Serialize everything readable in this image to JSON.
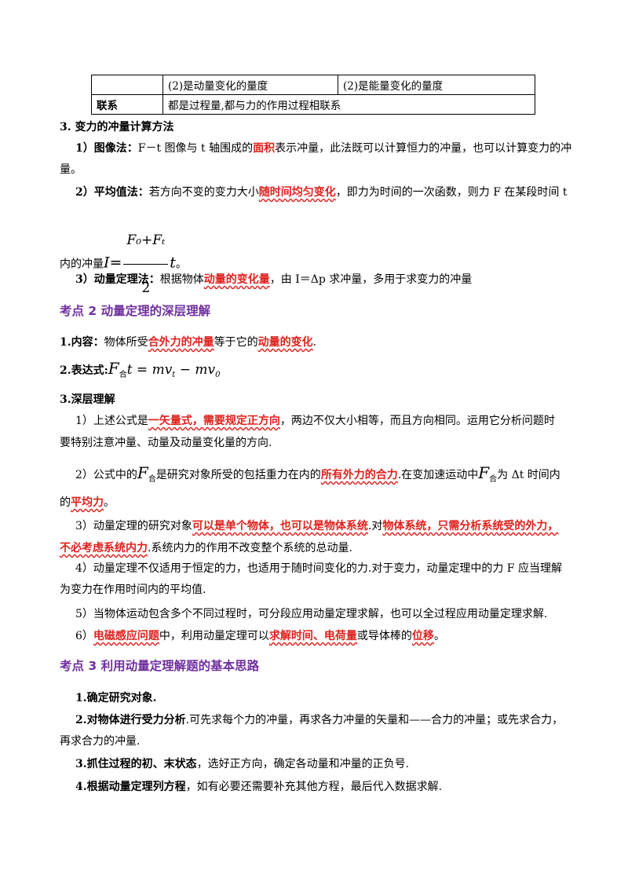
{
  "table": {
    "row1": {
      "c0": "",
      "c1": "(2)是动量变化的量度",
      "c2": "(2)是能量变化的量度"
    },
    "row2": {
      "c0": "联系",
      "c1": "都是过程量,都与力的作用过程相联系"
    }
  },
  "sec3": {
    "title": "3. 变力的冲量计算方法",
    "m1_label": "1）图像法：",
    "m1_a": "F－t 图像与 t 轴围成的",
    "m1_red": "面积",
    "m1_b": "表示冲量，此法既可以计算恒力的冲量，也可以计算变力的冲",
    "m1_c": "量。",
    "m2_label": "2）平均值法：",
    "m2_a": "若方向不变的变力大小",
    "m2_red": "随时间均匀变化",
    "m2_b": "，即力为时间的一次函数，则力 F 在某段时间 t",
    "m2_c": "内的冲量",
    "m2_end": "。",
    "m3_label": "3）动量定理法：",
    "m3_a": "根据物体",
    "m3_red": "动量的变化量",
    "m3_b": "，由 I＝Δp 求冲量，多用于求变力的冲量"
  },
  "formula1": {
    "I": "I",
    "eq": "=",
    "num": "F₀+Fₜ",
    "den": "2",
    "t": "t"
  },
  "kp2": {
    "heading": "考点 2  动量定理的深层理解",
    "p1_label": "1.内容：",
    "p1_a": "物体所受",
    "p1_red1": "合外力的冲量",
    "p1_b": "等于它的",
    "p1_red2": "动量的变化",
    "p1_c": ".",
    "p2_label": "2.表达式:",
    "p3_label": "3.深层理解",
    "i1_a": "1）上述公式是",
    "i1_red": "一矢量式，需要规定正方向",
    "i1_b": "，两边不仅大小相等，而且方向相同。运用它分析问题时",
    "i1_c": "要特别注意冲量、动量及动量变化量的方向.",
    "i2_a": "2）公式中的",
    "i2_b": "是研究对象所受的包括重力在内的",
    "i2_red": "所有外力的合力",
    "i2_c": ".在变加速运动中",
    "i2_d": "为 Δt 时间内",
    "i2_e": "的",
    "i2_red2": "平均力",
    "i2_f": "。",
    "i3_a": "3）动量定理的研究对象",
    "i3_red1": "可以是单个物体，也可以是物体系统",
    "i3_b": ".对",
    "i3_red2": "物体系统，只需分析系统受的外力，",
    "i3_red3": "不必考虑系统内力",
    "i3_c": ".系统内力的作用不改变整个系统的总动量.",
    "i4_a": "4）动量定理不仅适用于恒定的力，也适用于随时间变化的力.对于变力，动量定理中的力 F 应当理解",
    "i4_b": "为变力在作用时间内的平均值.",
    "i5": "5）当物体运动包含多个不同过程时，可分段应用动量定理求解，也可以全过程应用动量定理求解.",
    "i6_a": "6）",
    "i6_red1": "电磁感应问题",
    "i6_b": "中，利用动量定理可以",
    "i6_red2": "求解时间、电荷量",
    "i6_c": "或导体棒的",
    "i6_red3": "位移",
    "i6_d": "。"
  },
  "formula2": {
    "F": "F",
    "sub": "合",
    "rest": "t = mv",
    "sub2": "t",
    "minus": " − mv",
    "sub3": "0"
  },
  "kp3": {
    "heading": "考点 3  利用动量定理解题的基本思路",
    "s1": "1.确定研究对象.",
    "s2_label": "2.对物体进行受力分析",
    "s2_a": ".可先求每个力的冲量，再求各力冲量的矢量和——合力的冲量；或先求合力，",
    "s2_b": "再求合力的冲量.",
    "s3_label": "3.抓住过程的初、末状态",
    "s3_a": "，选好正方向，确定各动量和冲量的正负号.",
    "s4_label": "4.根据动量定理列方程",
    "s4_a": "，如有必要还需要补充其他方程，最后代入数据求解."
  },
  "colors": {
    "heading": "#7030a0",
    "emphasis": "#e0201c"
  }
}
